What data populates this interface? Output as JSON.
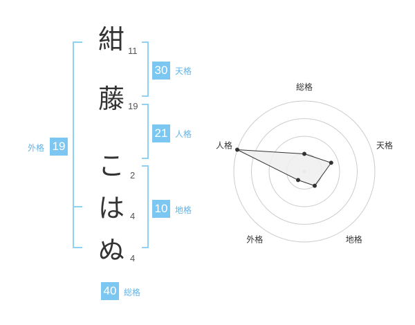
{
  "name": {
    "characters": [
      {
        "char": "紺",
        "strokes": "11"
      },
      {
        "char": "藤",
        "strokes": "19"
      },
      {
        "char": "こ",
        "strokes": "2"
      },
      {
        "char": "は",
        "strokes": "4"
      },
      {
        "char": "ぬ",
        "strokes": "4"
      }
    ]
  },
  "fortune": {
    "tenkaku": {
      "value": "30",
      "label": "天格"
    },
    "jinkaku": {
      "value": "21",
      "label": "人格"
    },
    "chikaku": {
      "value": "10",
      "label": "地格"
    },
    "gaikaku": {
      "value": "19",
      "label": "外格"
    },
    "soukaku": {
      "value": "40",
      "label": "総格"
    }
  },
  "chart_data": {
    "type": "radar",
    "axes": [
      "総格",
      "天格",
      "地格",
      "外格",
      "人格"
    ],
    "values": [
      1.0,
      1.6,
      1.0,
      0.6,
      4.0
    ],
    "range": [
      0,
      4
    ],
    "rings": 4,
    "colors": {
      "fill": "#eeeeee",
      "line": "#333333",
      "point": "#333333",
      "grid": "#cccccc"
    }
  }
}
